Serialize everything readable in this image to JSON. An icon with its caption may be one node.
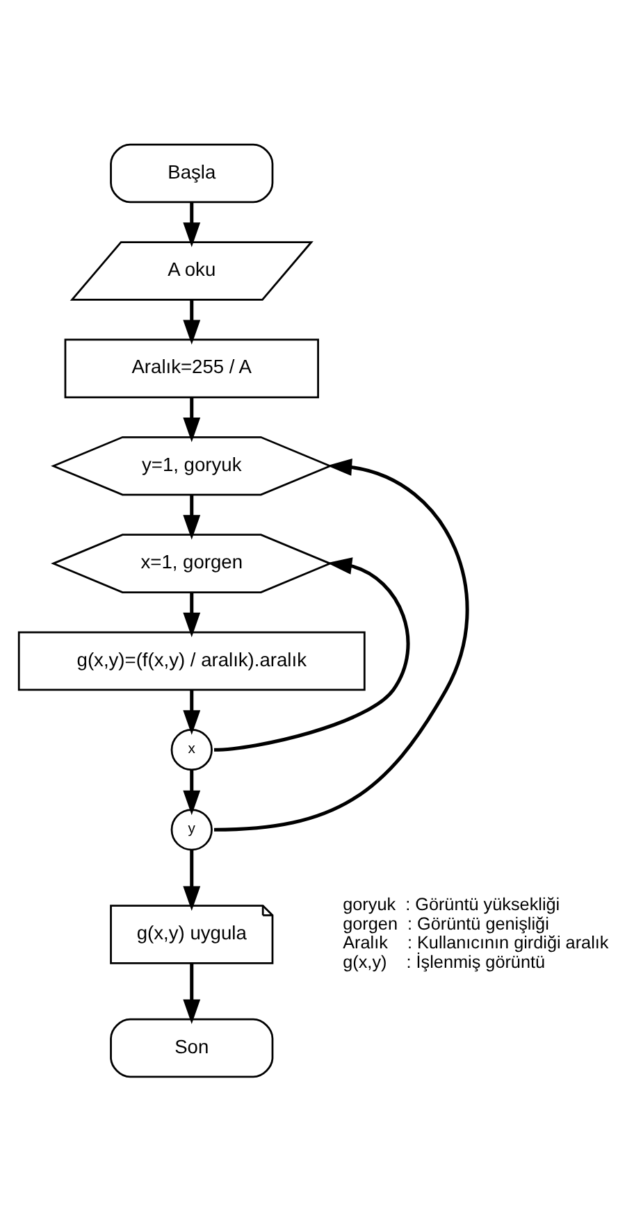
{
  "diagram": {
    "nodes": [
      {
        "text": [
          "Başla"
        ]
      },
      {
        "text": [
          "A oku"
        ]
      },
      {
        "text": [
          "Aralık=255 / A"
        ]
      },
      {
        "text": [
          "y=1, goryuk"
        ]
      },
      {
        "text": [
          "x=1, gorgen"
        ]
      },
      {
        "text": [
          "g(x,y)=(f(x,y) / aralık).aralık"
        ]
      },
      {
        "text": [
          "x"
        ]
      },
      {
        "text": [
          "y"
        ]
      },
      {
        "text": [
          "g(x,y) uygula"
        ]
      },
      {
        "text": [
          "Son"
        ]
      }
    ],
    "edges": [
      {
        "from": 0,
        "to": 1,
        "arrow": "to"
      },
      {
        "from": 1,
        "to": 2,
        "arrow": "to"
      },
      {
        "from": 2,
        "to": 3,
        "arrow": "to"
      },
      {
        "from": 3,
        "to": 4,
        "arrow": "to"
      },
      {
        "from": 4,
        "to": 5,
        "arrow": "to"
      },
      {
        "from": 5,
        "to": 6,
        "arrow": "to"
      },
      {
        "from": 6,
        "to": 4,
        "arrow": "to"
      },
      {
        "from": 6,
        "to": 7,
        "arrow": "to"
      },
      {
        "from": 7,
        "to": 3,
        "arrow": "to"
      },
      {
        "from": 7,
        "to": 8,
        "arrow": "to"
      },
      {
        "from": 8,
        "to": 9,
        "arrow": "to"
      }
    ],
    "labels": [
      "goryuk  : Görüntü yüksekliği",
      "gorgen  : Görüntü genişliği",
      "Aralık    : Kullanıcının girdiği aralık",
      "g(x,y)    : İşlenmiş görüntü"
    ]
  }
}
